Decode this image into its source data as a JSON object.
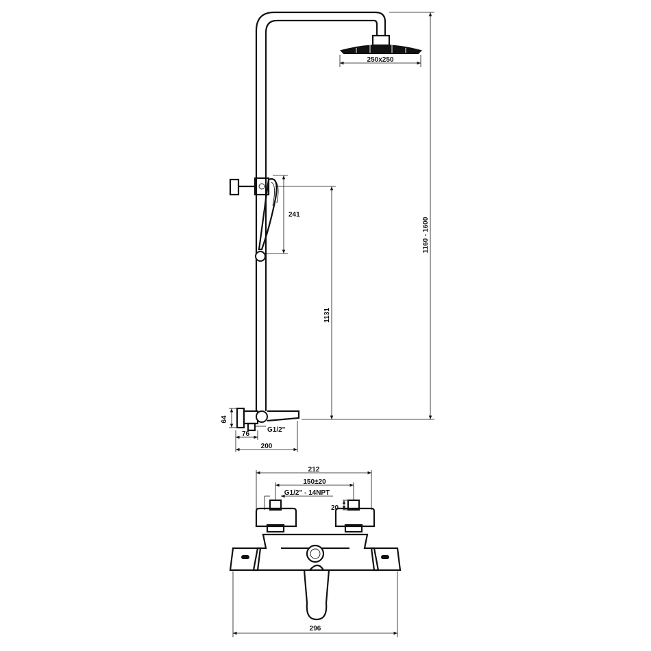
{
  "dimensions": {
    "head_size": "250x250",
    "total_height": "1160 - 1600",
    "hand_shower_length": "241",
    "holder_height": "1131",
    "mixer_height": "64",
    "inlet_thread": "G1/2\"",
    "wall_offset": "76",
    "spout_reach": "200",
    "mixer_top_width": "212",
    "inlet_spacing": "150±20",
    "inlet_thread_npt": "G1/2\" - 14NPT",
    "inlet_depth": "20",
    "mixer_total_width": "296"
  },
  "colors": {
    "line": "#111111",
    "background": "#ffffff"
  }
}
